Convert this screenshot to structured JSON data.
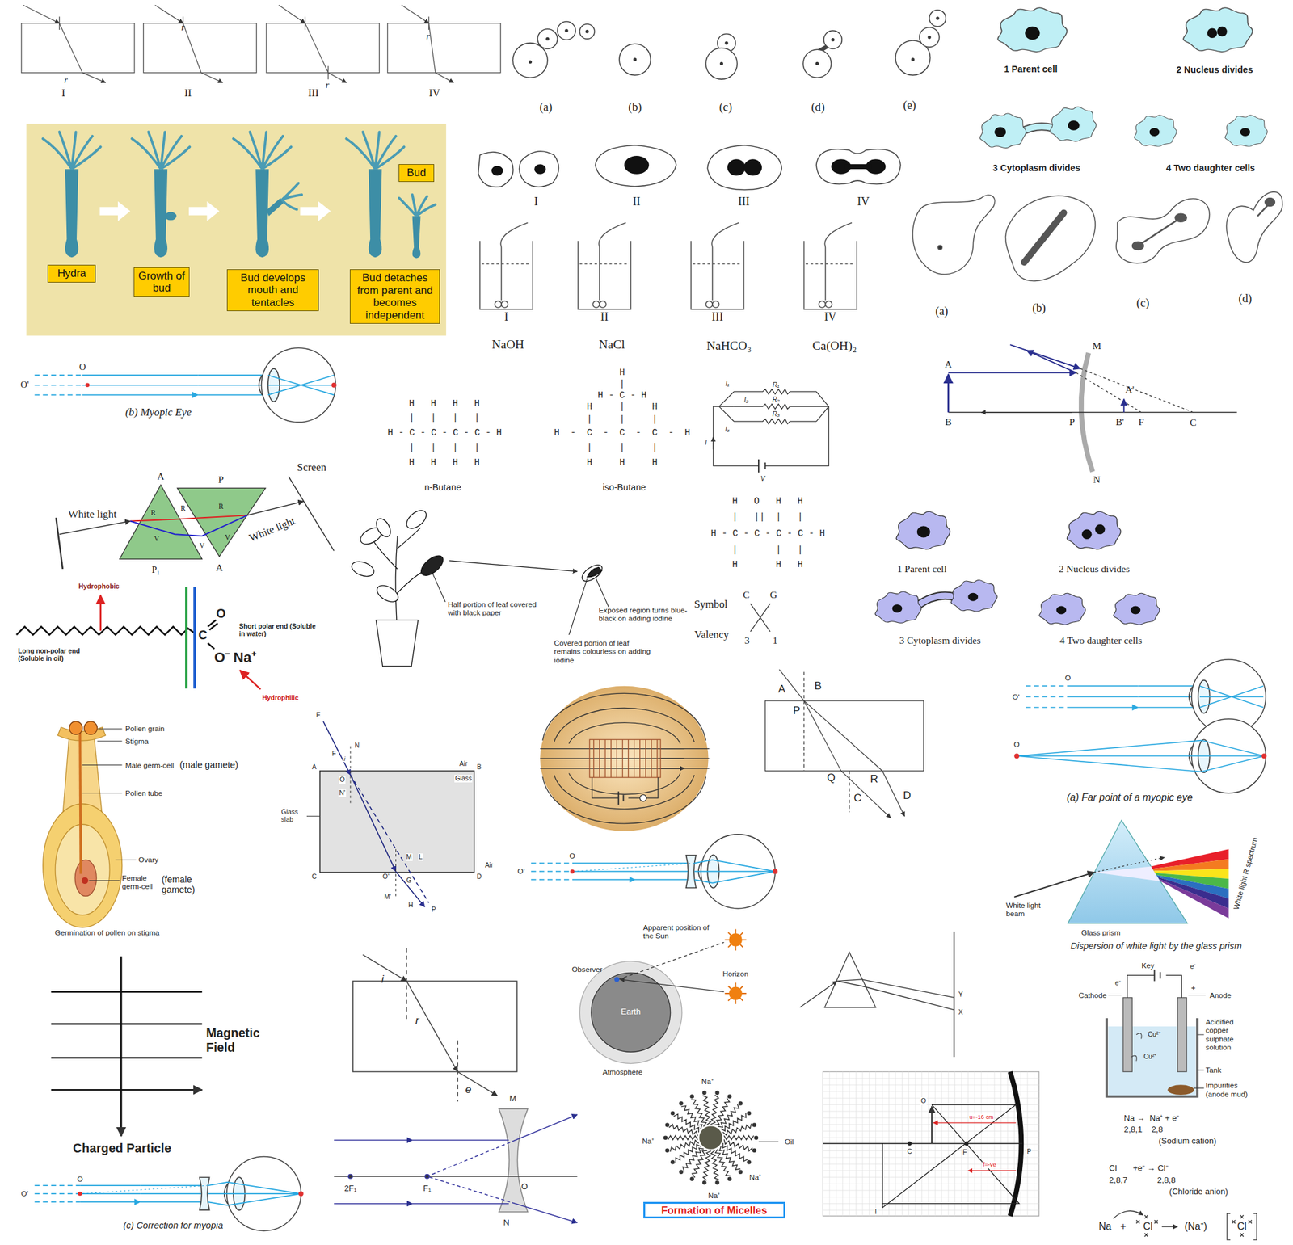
{
  "diagram": {
    "nodes": [
      {
        "text": [
          "Hydra"
        ]
      },
      {
        "text": [
          "Growth of bud"
        ]
      },
      {
        "text": [
          "Bud develops mouth and tentacles"
        ]
      },
      {
        "text": [
          "Bud detaches from parent and becomes independent"
        ]
      },
      {
        "text": [
          "Bud"
        ]
      },
      {
        "text": [
          "Formation of Micelles"
        ]
      }
    ],
    "labels": [
      "I",
      "II",
      "III",
      "IV",
      "r",
      "r",
      "r",
      "r",
      "(a)",
      "(b)",
      "(c)",
      "(d)",
      "(e)",
      "1 Parent cell",
      "2 Nucleus divides",
      "3 Cytoplasm divides",
      "4 Two daughter cells",
      "I",
      "II",
      "III",
      "IV",
      "I",
      "II",
      "III",
      "IV",
      "NaOH",
      "NaCl",
      "NaHCO₃",
      "Ca(OH)₂",
      "(a)",
      "(b)",
      "(c)",
      "(d)",
      "O'",
      "O",
      "(b) Myopic Eye",
      "H   H   H   H",
      "|   |   |   |",
      "H - C - C - C - C - H",
      "|   |   |   |",
      "H   H   H   H",
      "n-Butane",
      "H",
      "|",
      "H - C - H",
      "H     |     H",
      "|     |     |",
      "H  -  C  -  C  -  C  -  H",
      "|     |     |",
      "H     H     H",
      "iso-Butane",
      "I₁",
      "R₁",
      "I₂",
      "R₂",
      "I₃",
      "R₃",
      "I",
      "V",
      "M",
      "A",
      "B",
      "P",
      "A'",
      "B'",
      "F",
      "C",
      "N",
      "H   O   H   H",
      "|   ||  |   |",
      "H - C - C - C - C - H",
      "|       |   |",
      "H       H   H",
      "A",
      "P",
      "Screen",
      "White light",
      "R",
      "V",
      "R",
      "V",
      "R",
      "V",
      "White light",
      "P₁",
      "A",
      "Hydrophobic",
      "C",
      "O",
      "O⁻ Na⁺",
      "Short polar end (Soluble in water)",
      "Long non-polar end (Soluble in oil)",
      "Hydrophilic",
      "Half portion of leaf covered with black paper",
      "Exposed region turns blue-black on adding iodine",
      "Covered portion of leaf remains colourless on adding iodine",
      "Symbol",
      "C",
      "G",
      "Valency",
      "3",
      "1",
      "1 Parent cell",
      "2 Nucleus divides",
      "3 Cytoplasm divides",
      "4 Two daughter cells",
      "Pollen grain",
      "Stigma",
      "Male germ-cell",
      "(male gamete)",
      "Pollen tube",
      "Ovary",
      "Female germ-cell",
      "(female gamete)",
      "Germination of pollen on stigma",
      "E",
      "F",
      "i",
      "N",
      "A",
      "B",
      "Air",
      "Glass",
      "Glass slab",
      "O",
      "N'",
      "C",
      "D",
      "Air",
      "O'",
      "M",
      "L",
      "G",
      "M'",
      "H",
      "P",
      "A",
      "B",
      "P",
      "Q",
      "R",
      "C",
      "D",
      "O'",
      "O",
      "O",
      "(a) Far point of a myopic eye",
      "O'",
      "O",
      "White light beam",
      "Glass prism",
      "White light R spectrum",
      "Dispersion of white light by the glass prism",
      "Magnetic Field",
      "Charged Particle",
      "i",
      "r",
      "e",
      "Apparent position of the Sun",
      "Observer",
      "Horizon",
      "Earth",
      "Atmosphere",
      "Y",
      "X",
      "Key",
      "e⁻",
      "e⁻",
      "+",
      "Cathode",
      "Anode",
      "Cu²⁺",
      "Cu²⁺",
      "Acidified copper sulphate solution",
      "Tank",
      "Impurities (anode mud)",
      "Na →  Na⁺ + e⁻",
      "2,8,1    2,8",
      "(Sodium cation)",
      "Cl       +e⁻ → Cl⁻",
      "2,8,7             2,8,8",
      "(Chloride anion)",
      "Na",
      "+",
      "Cl",
      "(Na⁺)",
      "Cl",
      "O'",
      "O",
      "(c) Correction for myopia",
      "M",
      "2F₁",
      "F₁",
      "O",
      "N",
      "Na⁺",
      "Na⁺",
      "Oil",
      "Na⁺",
      "Na⁺",
      "O",
      "C",
      "F",
      "P",
      "I",
      "u=-16 cm",
      "f=-ve"
    ]
  }
}
